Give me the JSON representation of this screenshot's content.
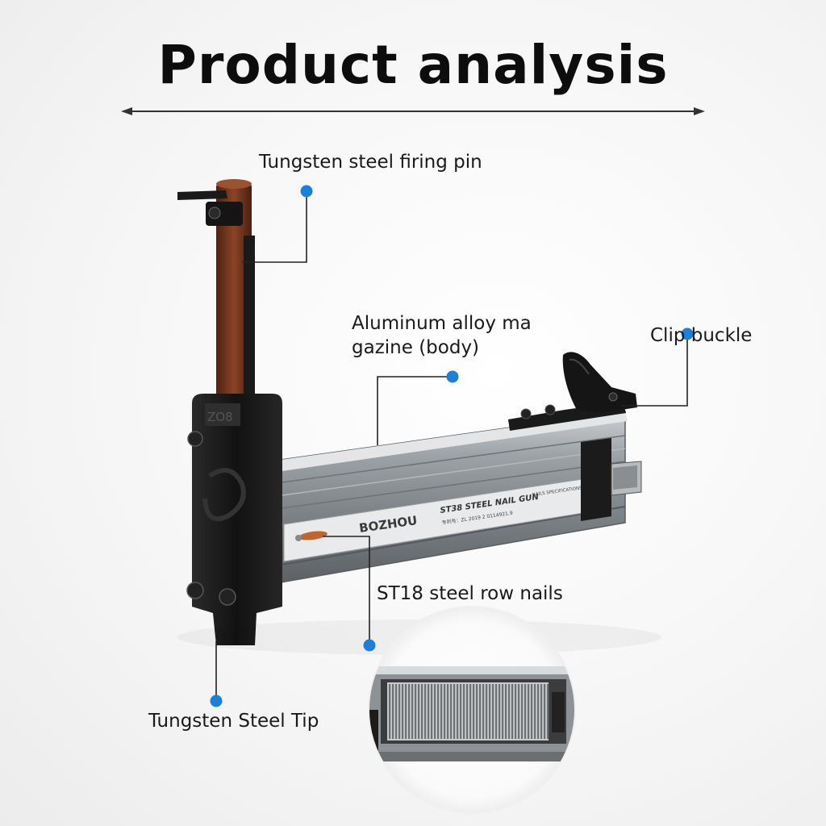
{
  "title": "Product analysis",
  "callouts": {
    "firing_pin": "Tungsten steel firing pin",
    "magazine_line1": "Aluminum alloy ma",
    "magazine_line2": "gazine (body)",
    "clip_buckle": "Clip buckle",
    "row_nails": "ST18 steel row nails",
    "tip": "Tungsten Steel Tip"
  },
  "product_markings": {
    "brand": "BOZHOU",
    "model": "ST38 STEEL NAIL GUN",
    "patent": "专利号：ZL 2019 2 0114921.9",
    "spec": "NAILS SPECIFICATIONS",
    "head_mark": "ZO8"
  },
  "colors": {
    "accent_dot": "#1e7fd8",
    "leader_line": "#222222",
    "body_metal": "#8f9498",
    "iron_black": "#151515",
    "wood_handle": "#7a3a22"
  }
}
